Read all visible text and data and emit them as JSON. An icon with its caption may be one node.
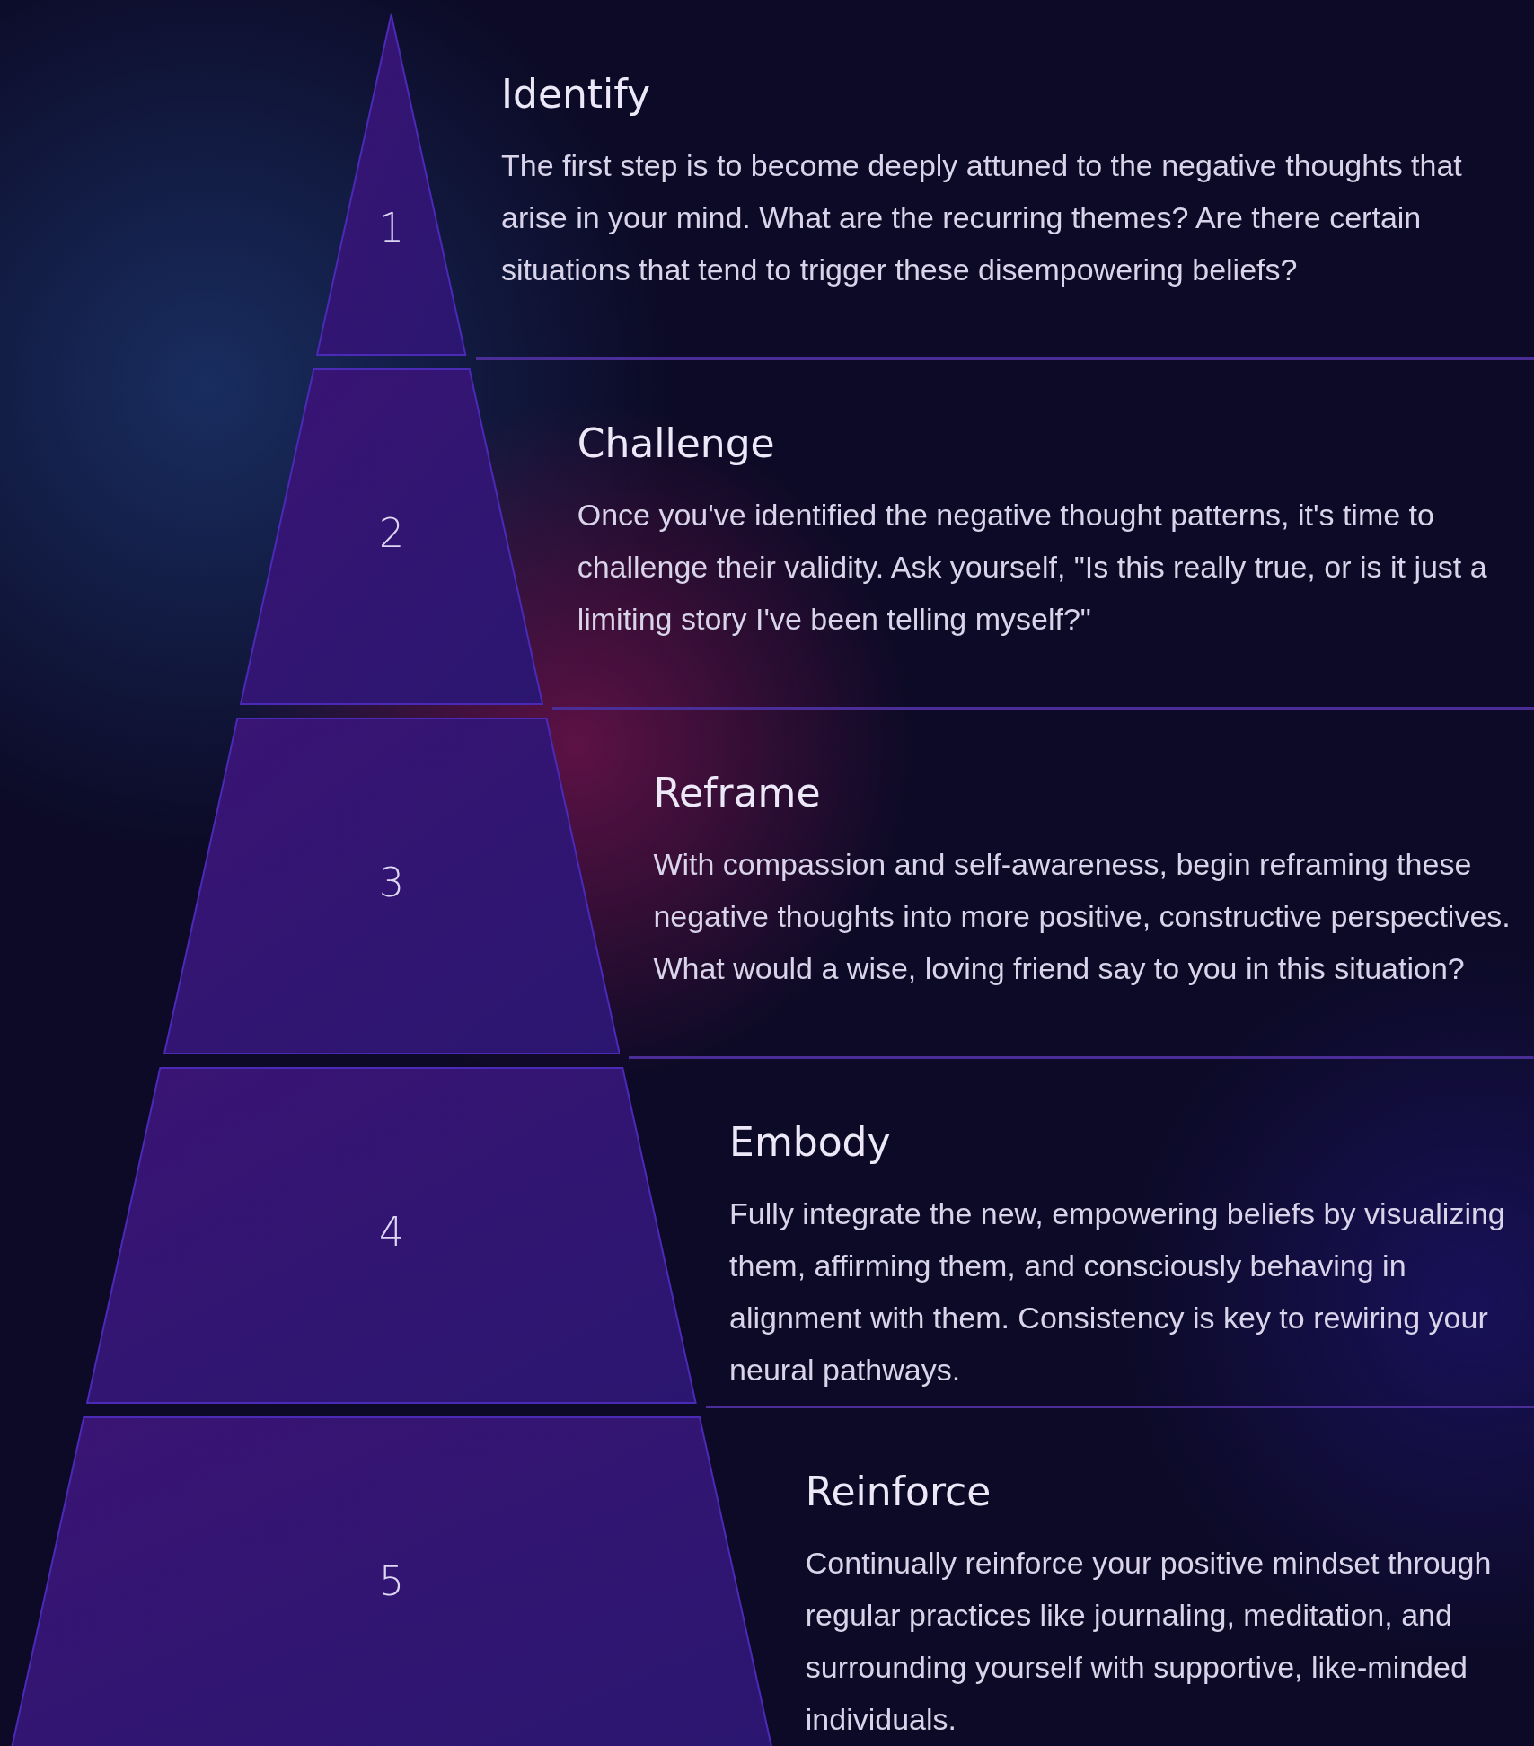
{
  "diagram": {
    "nodes": [
      {
        "text": [
          "1"
        ],
        "beside": [
          "Identify",
          "The first step is to become deeply attuned to the negative thoughts that arise in your mind. What are the recurring themes? Are there certain situations that tend to trigger these disempowering beliefs?"
        ]
      },
      {
        "text": [
          "2"
        ],
        "beside": [
          "Challenge",
          "Once you've identified the negative thought patterns, it's time to challenge their validity. Ask yourself, \"Is this really true, or is it just a limiting story I've been telling myself?\""
        ]
      },
      {
        "text": [
          "3"
        ],
        "beside": [
          "Reframe",
          "With compassion and self-awareness, begin reframing these negative thoughts into more positive, constructive perspectives. What would a wise, loving friend say to you in this situation?"
        ]
      },
      {
        "text": [
          "4"
        ],
        "beside": [
          "Embody",
          "Fully integrate the new, empowering beliefs by visualizing them, affirming them, and consciously behaving in alignment with them. Consistency is key to rewiring your neural pathways."
        ]
      },
      {
        "text": [
          "5"
        ],
        "beside": [
          "Reinforce",
          "Continually reinforce your positive mindset through regular practices like journaling, meditation, and surrounding yourself with supportive, like-minded individuals."
        ]
      }
    ]
  }
}
